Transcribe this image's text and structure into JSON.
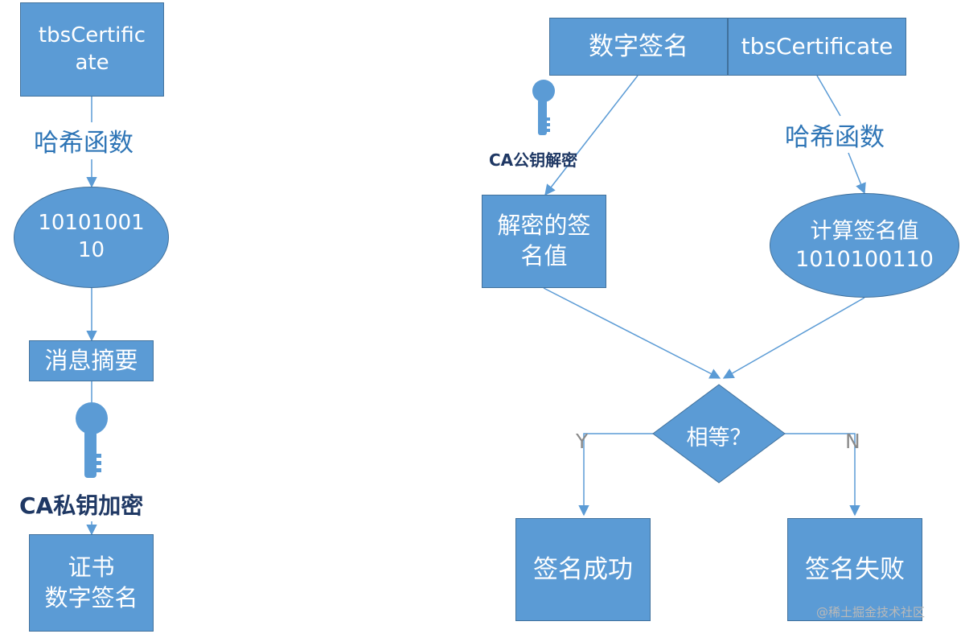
{
  "left": {
    "tbs_box": [
      "tbsCertific",
      "ate"
    ],
    "hash_label": "哈希函数",
    "digest_ellipse": [
      "10101001",
      "10"
    ],
    "msg_digest_box": "消息摘要",
    "private_key_label": "CA私钥加密",
    "cert_box": [
      "证书",
      "数字签名"
    ]
  },
  "right": {
    "signature_cell": "数字签名",
    "tbs_cell": "tbsCertificate",
    "public_key_label": "CA公钥解密",
    "hash_label": "哈希函数",
    "decrypted_box": [
      "解密的签",
      "名值"
    ],
    "computed_ellipse": [
      "计算签名值",
      "1010100110"
    ],
    "decision": "相等？",
    "yes_label": "Y",
    "no_label": "N",
    "success_box": "签名成功",
    "fail_box": "签名失败"
  },
  "watermark": "@稀土掘金技术社区",
  "colors": {
    "shape_fill": "#5b9bd5",
    "shape_border": "#41719c",
    "label_text": "#2e75b6",
    "key_label_text": "#1f3864"
  },
  "icons": [
    "key-icon"
  ]
}
